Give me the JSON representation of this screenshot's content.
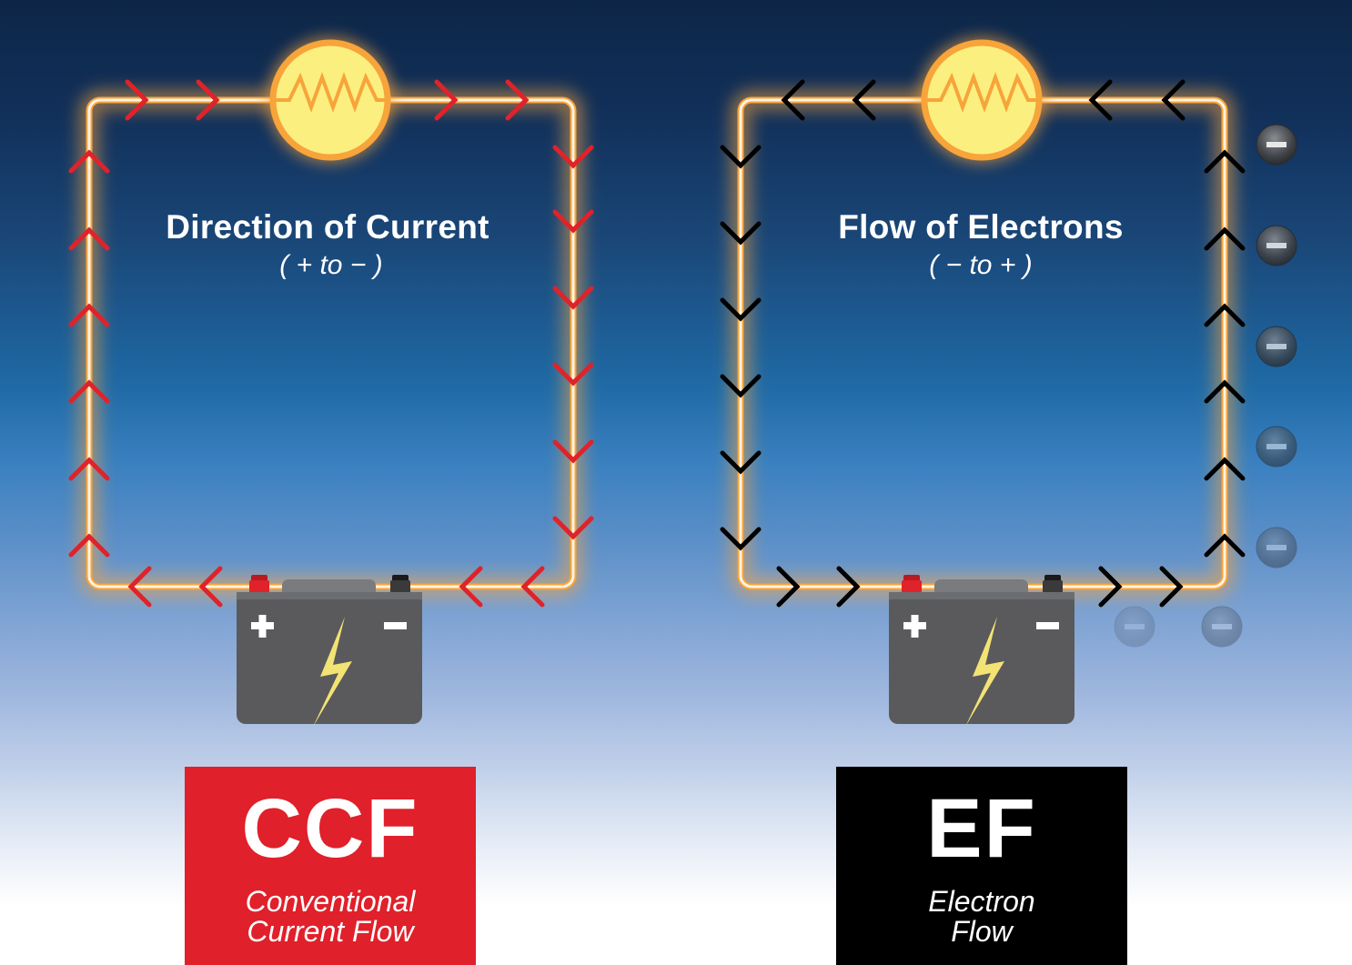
{
  "colors": {
    "background_top": "#0d2647",
    "background_bottom": "#ffffff",
    "wire_glow": "#f7a440",
    "wire_core": "#fff4e0",
    "conventional_arrow": "#e0222a",
    "electron_arrow": "#000000",
    "bulb_fill": "#fbef80",
    "bulb_stroke": "#f7a43a",
    "battery_body": "#5a5a5c",
    "battery_top": "#7a7b7e",
    "battery_positive_terminal": "#e0222a",
    "battery_negative_terminal": "#333333",
    "bolt": "#f3e374",
    "ccf_badge": "#e0202a",
    "ef_badge": "#000000"
  },
  "left_circuit": {
    "title": "Direction of Current",
    "subtitle": "( + to − )",
    "arrow_direction": "clockwise",
    "component": "resistor-bulb",
    "battery": {
      "positive_label": "+",
      "negative_label": "−"
    }
  },
  "right_circuit": {
    "title": "Flow of Electrons",
    "subtitle": "( − to + )",
    "arrow_direction": "counter-clockwise",
    "component": "resistor-bulb",
    "battery": {
      "positive_label": "+",
      "negative_label": "−"
    },
    "electron_symbol": "−",
    "electron_count": 7
  },
  "badges": {
    "ccf": {
      "abbr": "CCF",
      "line1": "Conventional",
      "line2": "Current Flow"
    },
    "ef": {
      "abbr": "EF",
      "line1": "Electron",
      "line2": "Flow"
    }
  }
}
